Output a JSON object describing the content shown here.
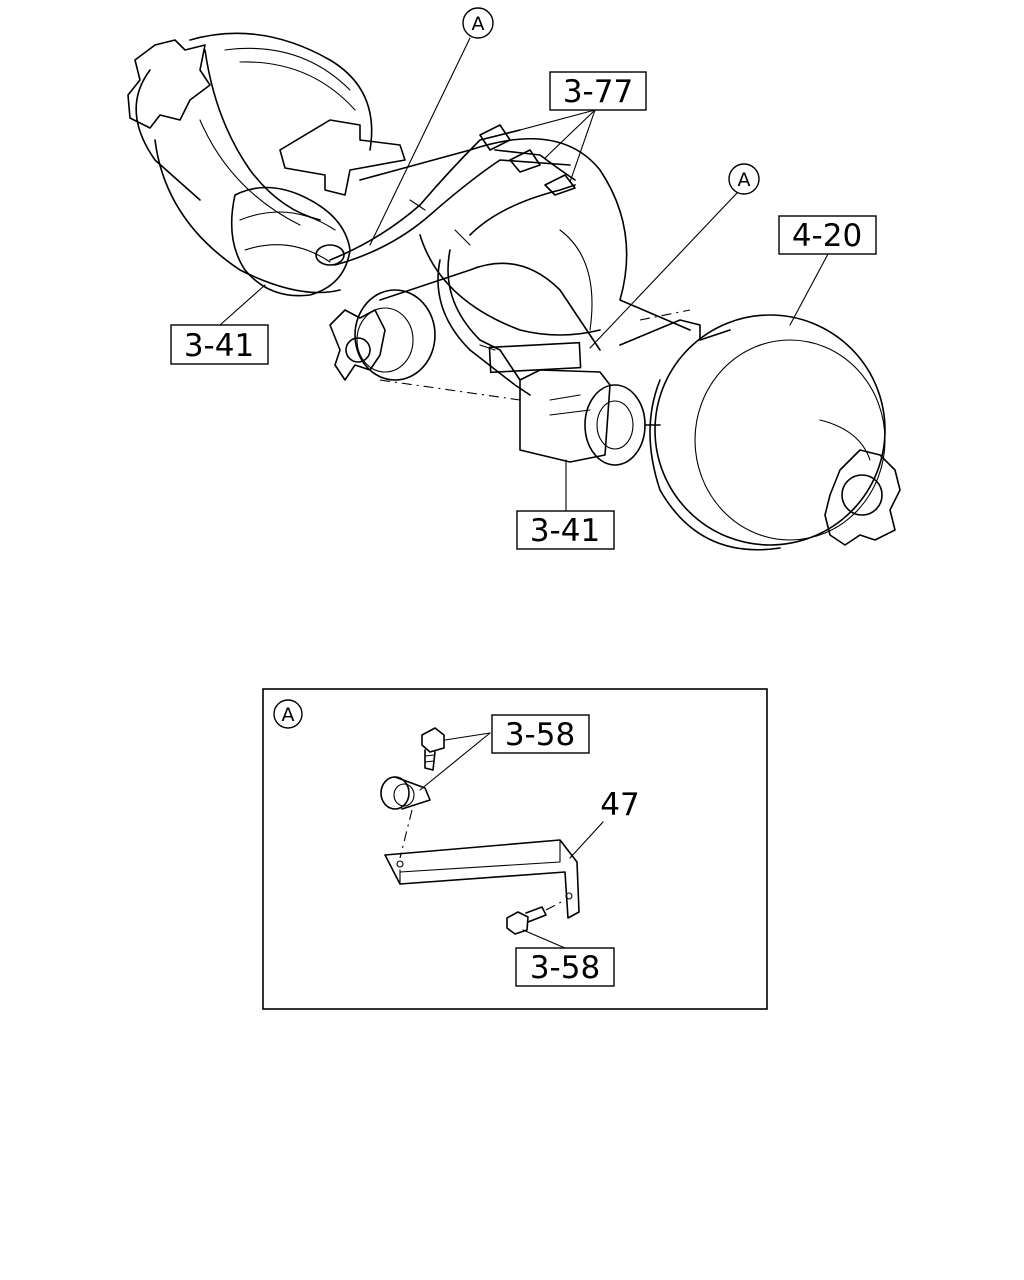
{
  "main_view": {
    "callout_a1": "A",
    "callout_a2": "A",
    "ref_3_77": "3-77",
    "ref_4_20": "4-20",
    "ref_3_41_left": "3-41",
    "ref_3_41_bottom": "3-41"
  },
  "detail_a": {
    "callout": "A",
    "ref_3_58_top": "3-58",
    "ref_47": "47",
    "ref_3_58_bottom": "3-58"
  }
}
